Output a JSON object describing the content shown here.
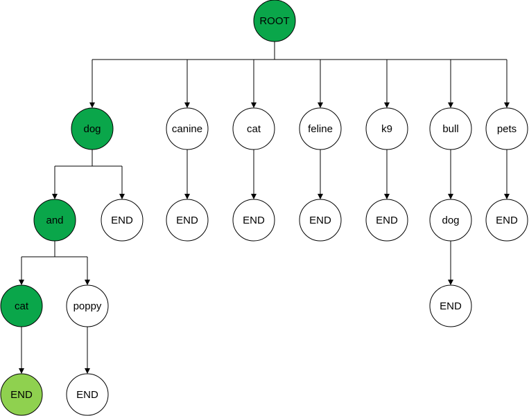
{
  "colors": {
    "highlight": "#0aa64a",
    "terminal_highlight": "#8fd14f",
    "default_fill": "#ffffff",
    "stroke": "#000000"
  },
  "nodes": [
    {
      "id": "root",
      "label": "ROOT",
      "parent": null,
      "state": "highlight"
    },
    {
      "id": "dog",
      "label": "dog",
      "parent": "root",
      "state": "highlight"
    },
    {
      "id": "canine",
      "label": "canine",
      "parent": "root",
      "state": "default"
    },
    {
      "id": "cat1",
      "label": "cat",
      "parent": "root",
      "state": "default"
    },
    {
      "id": "feline",
      "label": "feline",
      "parent": "root",
      "state": "default"
    },
    {
      "id": "k9",
      "label": "k9",
      "parent": "root",
      "state": "default"
    },
    {
      "id": "bull",
      "label": "bull",
      "parent": "root",
      "state": "default"
    },
    {
      "id": "pets",
      "label": "pets",
      "parent": "root",
      "state": "default"
    },
    {
      "id": "and",
      "label": "and",
      "parent": "dog",
      "state": "highlight"
    },
    {
      "id": "dog_end",
      "label": "END",
      "parent": "dog",
      "state": "default"
    },
    {
      "id": "canine_end",
      "label": "END",
      "parent": "canine",
      "state": "default"
    },
    {
      "id": "cat1_end",
      "label": "END",
      "parent": "cat1",
      "state": "default"
    },
    {
      "id": "feline_end",
      "label": "END",
      "parent": "feline",
      "state": "default"
    },
    {
      "id": "k9_end",
      "label": "END",
      "parent": "k9",
      "state": "default"
    },
    {
      "id": "bulldog",
      "label": "dog",
      "parent": "bull",
      "state": "default"
    },
    {
      "id": "pets_end",
      "label": "END",
      "parent": "pets",
      "state": "default"
    },
    {
      "id": "cat2",
      "label": "cat",
      "parent": "and",
      "state": "highlight"
    },
    {
      "id": "poppy",
      "label": "poppy",
      "parent": "and",
      "state": "default"
    },
    {
      "id": "bulldog_end",
      "label": "END",
      "parent": "bulldog",
      "state": "default"
    },
    {
      "id": "cat2_end",
      "label": "END",
      "parent": "cat2",
      "state": "terminal_highlight"
    },
    {
      "id": "poppy_end",
      "label": "END",
      "parent": "poppy",
      "state": "default"
    }
  ]
}
